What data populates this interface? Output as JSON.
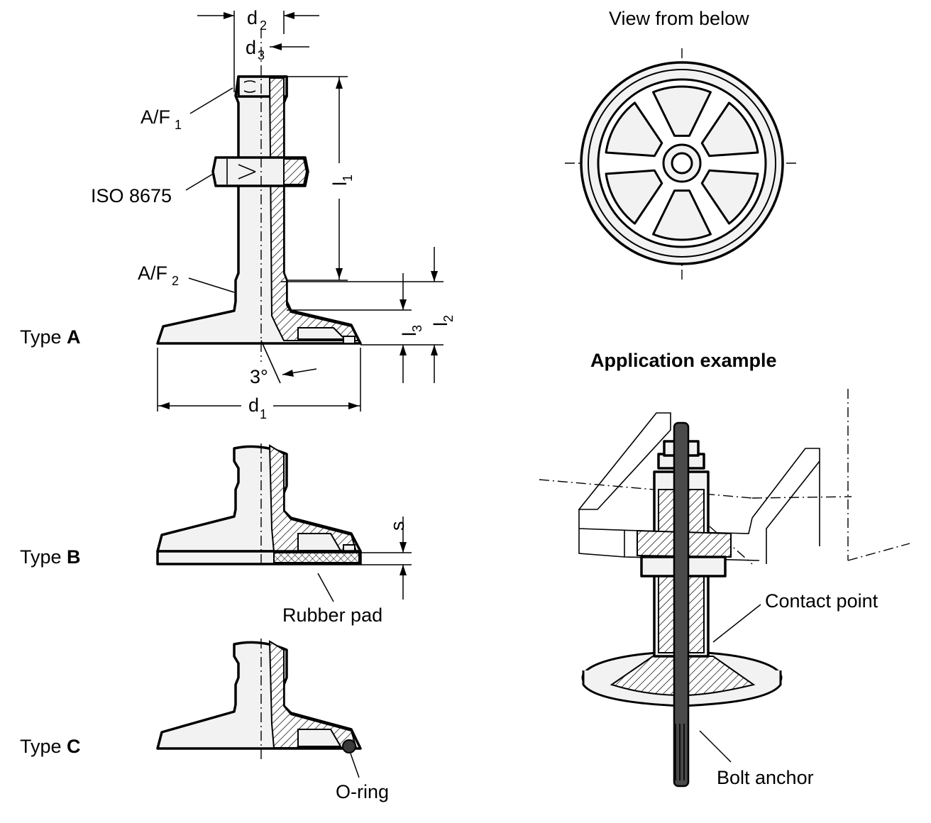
{
  "dimensions": {
    "d1": "d",
    "d1_sub": "1",
    "d2": "d",
    "d2_sub": "2",
    "d3": "d",
    "d3_sub": "3",
    "l1": "l",
    "l1_sub": "1",
    "l2": "l",
    "l2_sub": "2",
    "l3": "l",
    "l3_sub": "3",
    "s": "s",
    "angle": "3°"
  },
  "labels": {
    "af1": "A/F",
    "af1_sub": "1",
    "af2": "A/F",
    "af2_sub": "2",
    "iso": "ISO 8675",
    "type_a_prefix": "Type ",
    "type_a_letter": "A",
    "type_b_prefix": "Type ",
    "type_b_letter": "B",
    "type_c_prefix": "Type ",
    "type_c_letter": "C",
    "rubber_pad": "Rubber pad",
    "o_ring": "O-ring",
    "view_from_below": "View from below",
    "application_example": "Application example",
    "contact_point": "Contact point",
    "bolt_anchor": "Bolt anchor"
  }
}
